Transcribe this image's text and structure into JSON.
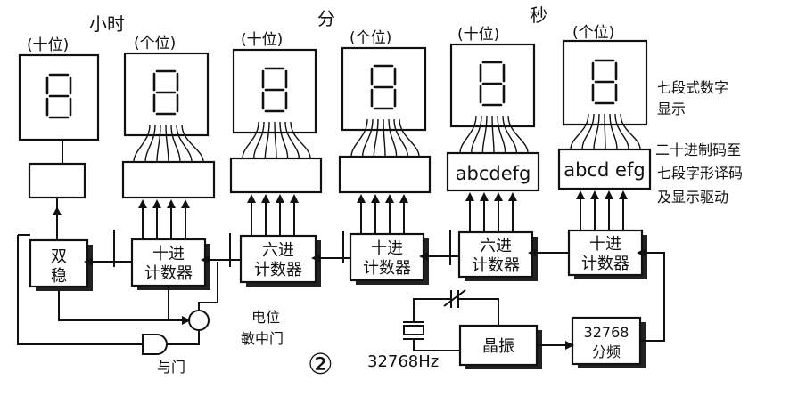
{
  "groups": {
    "hours": "小时",
    "minutes": "分",
    "seconds": "秒"
  },
  "digit_labels": [
    "(十位)",
    "(个位)",
    "(十位)",
    "(个位)",
    "(十位)",
    "(个位)"
  ],
  "side_labels": {
    "display": [
      "七段式数字",
      "显示"
    ],
    "decoder": [
      "二十进制码至",
      "七段字形译码",
      "及显示驱动"
    ]
  },
  "decoder_texts": {
    "sec_tens": "abcdefg",
    "sec_ones": "abcd efg"
  },
  "counters": {
    "flipflop": [
      "双",
      "稳"
    ],
    "hour_ones": [
      "十进",
      "计数器"
    ],
    "min_tens": [
      "六进",
      "计数器"
    ],
    "min_ones": [
      "十进",
      "计数器"
    ],
    "sec_tens": [
      "六进",
      "计数器"
    ],
    "sec_ones": [
      "十进",
      "计数器"
    ]
  },
  "oscillator": "晶振",
  "divider": [
    "32768",
    "分频"
  ],
  "freq": "32768Hz",
  "and_gate": "与门",
  "level_gate": [
    "电位",
    "敏中门"
  ],
  "figure_number": "②"
}
